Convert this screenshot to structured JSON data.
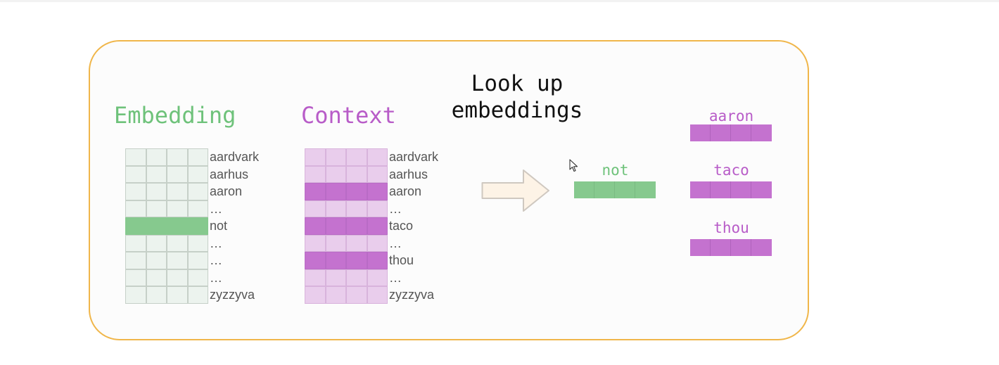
{
  "embedding_heading": "Embedding",
  "context_heading": "Context",
  "caption": {
    "line1": "Look up",
    "line2": "embeddings"
  },
  "vocabulary": [
    "aardvark",
    "aarhus",
    "aaron",
    "…",
    "not",
    "…",
    "…",
    "…",
    "zyzzyva"
  ],
  "context_vocabulary": [
    "aardvark",
    "aarhus",
    "aaron",
    "…",
    "taco",
    "…",
    "thou",
    "…",
    "zyzzyva"
  ],
  "embedding_highlight_rows": [
    4
  ],
  "context_highlight_rows": [
    2,
    4,
    6
  ],
  "grid_columns": 4,
  "lookup_input": {
    "label": "not"
  },
  "lookup_outputs": [
    {
      "label": "aaron"
    },
    {
      "label": "taco"
    },
    {
      "label": "thou"
    }
  ],
  "colors": {
    "frame": "#f0b64a",
    "embedding": "#86c98e",
    "embedding_light": "#ecf3ee",
    "context": "#c472cf",
    "context_light": "#e9cdec",
    "arrow_fill": "#fdf3e6"
  }
}
